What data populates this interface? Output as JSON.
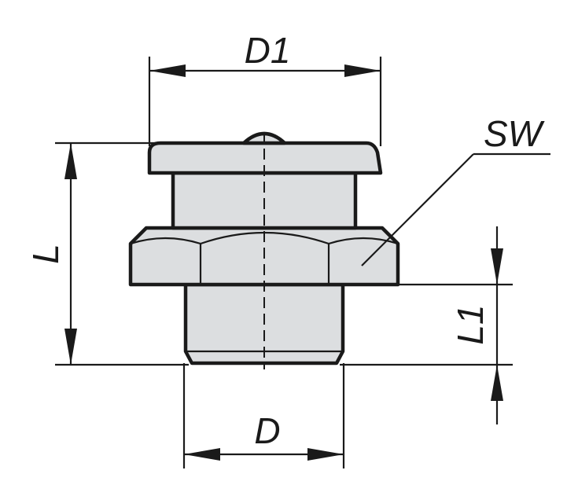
{
  "labels": {
    "d1": "D1",
    "sw": "SW",
    "l": "L",
    "l1": "L1",
    "d": "D"
  },
  "colors": {
    "part_fill": "#dcdee0",
    "line": "#1a1a1a",
    "background": "#ffffff"
  }
}
